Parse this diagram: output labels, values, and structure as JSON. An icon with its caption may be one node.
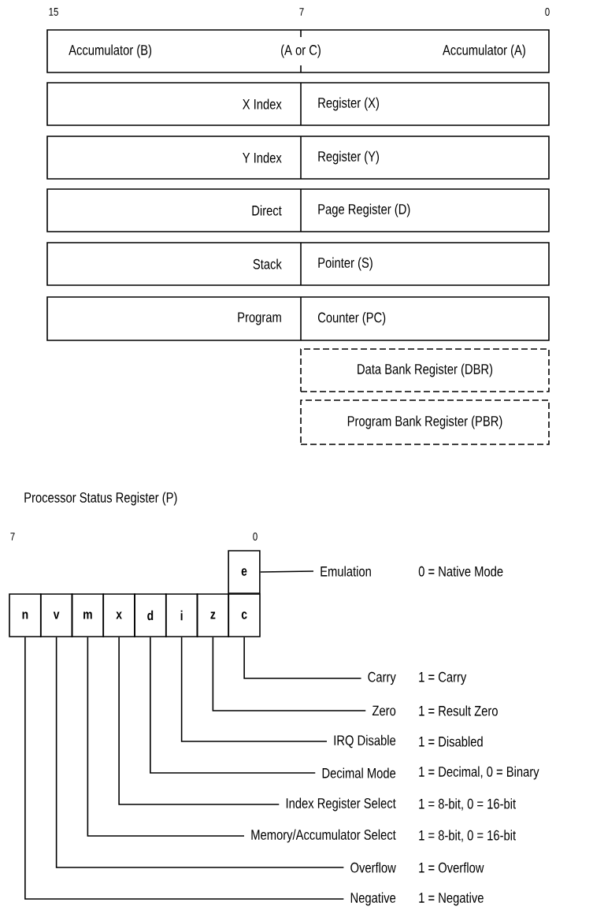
{
  "diagram": {
    "nodes": [
      {
        "text": [
          "Accumulator (B)",
          "(A or C)",
          "Accumulator (A)"
        ]
      },
      {
        "text": [
          "X Index",
          "Register (X)"
        ]
      },
      {
        "text": [
          "Y Index",
          "Register (Y)"
        ]
      },
      {
        "text": [
          "Direct",
          "Page Register (D)"
        ]
      },
      {
        "text": [
          "Stack",
          "Pointer (S)"
        ]
      },
      {
        "text": [
          "Program",
          "Counter (PC)"
        ]
      },
      {
        "text": [
          "Data Bank Register (DBR)"
        ]
      },
      {
        "text": [
          "Program Bank Register (PBR)"
        ]
      },
      {
        "text": [
          "e"
        ]
      },
      {
        "text": [
          "n"
        ]
      },
      {
        "text": [
          "v"
        ]
      },
      {
        "text": [
          "m"
        ]
      },
      {
        "text": [
          "x"
        ]
      },
      {
        "text": [
          "d"
        ]
      },
      {
        "text": [
          "i"
        ]
      },
      {
        "text": [
          "z"
        ]
      },
      {
        "text": [
          "c"
        ]
      },
      {
        "text": [
          "Emulation"
        ],
        "beside": [
          "0 = Native Mode"
        ]
      },
      {
        "text": [
          "Carry"
        ],
        "beside": [
          "1 = Carry"
        ]
      },
      {
        "text": [
          "Zero"
        ],
        "beside": [
          "1 = Result Zero"
        ]
      },
      {
        "text": [
          "IRQ Disable"
        ],
        "beside": [
          "1 = Disabled"
        ]
      },
      {
        "text": [
          "Decimal Mode"
        ],
        "beside": [
          "1 = Decimal, 0 = Binary"
        ]
      },
      {
        "text": [
          "Index Register Select"
        ],
        "beside": [
          "1 = 8-bit, 0 = 16-bit"
        ]
      },
      {
        "text": [
          "Memory/Accumulator Select"
        ],
        "beside": [
          "1 = 8-bit, 0 = 16-bit"
        ]
      },
      {
        "text": [
          "Overflow"
        ],
        "beside": [
          "1 = Overflow"
        ]
      },
      {
        "text": [
          "Negative"
        ],
        "beside": [
          "1 = Negative"
        ]
      }
    ],
    "edges": [
      {
        "from": 8,
        "to": 17,
        "arrow": "none"
      },
      {
        "from": 16,
        "to": 18,
        "arrow": "none"
      },
      {
        "from": 15,
        "to": 19,
        "arrow": "none"
      },
      {
        "from": 14,
        "to": 20,
        "arrow": "none"
      },
      {
        "from": 13,
        "to": 21,
        "arrow": "none"
      },
      {
        "from": 12,
        "to": 22,
        "arrow": "none"
      },
      {
        "from": 11,
        "to": 23,
        "arrow": "none"
      },
      {
        "from": 10,
        "to": 24,
        "arrow": "none"
      },
      {
        "from": 9,
        "to": 25,
        "arrow": "none"
      }
    ],
    "labels": [
      "15",
      "7",
      "0",
      "Processor Status Register (P)",
      "7",
      "0"
    ]
  }
}
